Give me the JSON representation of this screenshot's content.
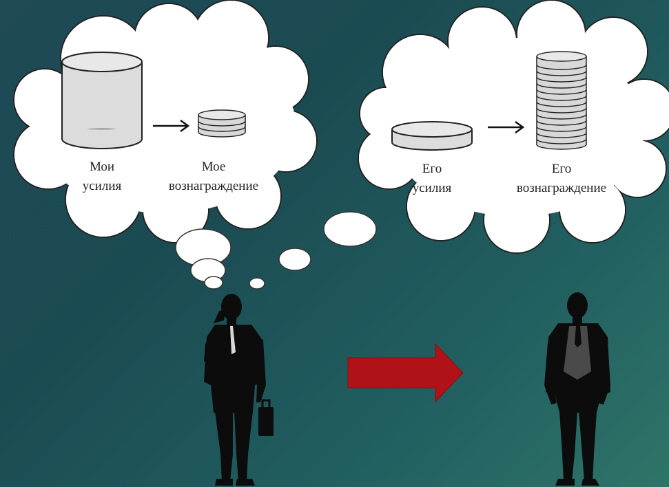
{
  "left_thought": {
    "effort_label_line1": "Мои",
    "effort_label_line2": "усилия",
    "reward_label_line1": "Мое",
    "reward_label_line2": "вознаграждение"
  },
  "right_thought": {
    "effort_label_line1": "Его",
    "effort_label_line2": "усилия",
    "reward_label_line1": "Его",
    "reward_label_line2": "вознаграждение"
  },
  "colors": {
    "background_dark": "#1b4b52",
    "background_light": "#2f7468",
    "cloud": "#ffffff",
    "silhouette": "#0c0c0c",
    "arrow": "#b01217"
  },
  "icons": [
    "thought-cloud",
    "cylinder",
    "coin-stack",
    "arrow-right",
    "man-silhouette"
  ]
}
